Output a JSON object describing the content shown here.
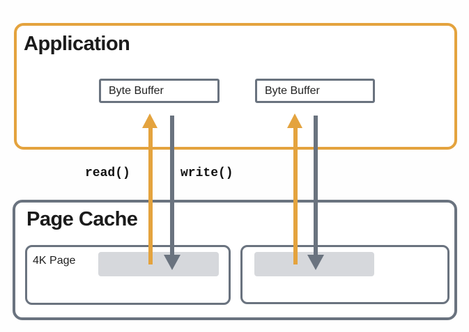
{
  "application": {
    "title": "Application",
    "buffers": [
      {
        "label": "Byte Buffer"
      },
      {
        "label": "Byte Buffer"
      }
    ]
  },
  "flow_labels": {
    "read": "read()",
    "write": "write()"
  },
  "page_cache": {
    "title": "Page Cache",
    "pages": [
      {
        "label": "4K Page",
        "region": "cached-page-region"
      },
      {
        "label": "",
        "region": "cached-page-region"
      }
    ]
  },
  "arrows": [
    {
      "name": "read-arrow-left",
      "operation": "read",
      "direction": "up",
      "color": "#E4A33E"
    },
    {
      "name": "write-arrow-left",
      "operation": "write",
      "direction": "down",
      "color": "#6A737F"
    },
    {
      "name": "read-arrow-right",
      "operation": "read",
      "direction": "up",
      "color": "#E4A33E"
    },
    {
      "name": "write-arrow-right",
      "operation": "write",
      "direction": "down",
      "color": "#6A737F"
    }
  ],
  "colors": {
    "accent_orange": "#E4A33E",
    "slate_gray": "#6A737F",
    "page_region_fill": "#D6D8DC",
    "text": "#1B1B1B",
    "background": "#FEFEFE"
  }
}
